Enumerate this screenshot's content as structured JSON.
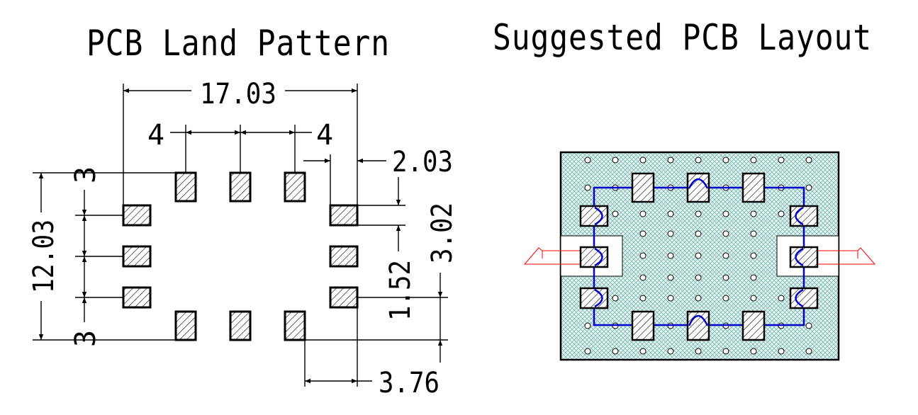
{
  "titles": {
    "land_pattern": "PCB Land Pattern",
    "suggested_layout": "Suggested PCB Layout"
  },
  "dimensions": {
    "overall_width": "17.03",
    "pad_pitch_left": "4",
    "pad_pitch_right": "4",
    "edge_offset": "2.03",
    "overall_height": "12.03",
    "row_pitch_top": "3",
    "row_pitch_bottom": "3",
    "pad_height": "3.02",
    "pad_width": "1.52",
    "bottom_offset": "3.76"
  },
  "colors": {
    "line": "#000000",
    "trace": "#0000cc",
    "ground_hatch": "#5aa8a0",
    "signal": "#ff0000"
  }
}
